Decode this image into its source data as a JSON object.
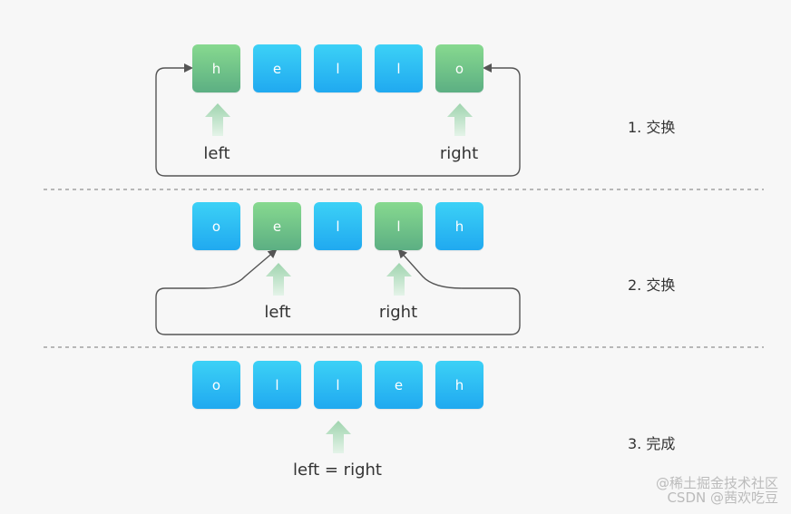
{
  "rows": [
    {
      "letters": [
        "h",
        "e",
        "l",
        "l",
        "o"
      ],
      "highlight": [
        0,
        4
      ],
      "left_label": "left",
      "right_label": "right",
      "step": "1. 交换"
    },
    {
      "letters": [
        "o",
        "e",
        "l",
        "l",
        "h"
      ],
      "highlight": [
        1,
        3
      ],
      "left_label": "left",
      "right_label": "right",
      "step": "2. 交换"
    },
    {
      "letters": [
        "o",
        "l",
        "l",
        "e",
        "h"
      ],
      "highlight": [],
      "pointer_label": "left = right",
      "step": "3. 完成"
    }
  ],
  "colors": {
    "cell_blue": "#29b8f3",
    "cell_green": "#6fbf86",
    "pointer_arrow": "#9fd4ae",
    "connector_line": "#555555",
    "divider": "#777777"
  },
  "watermark": {
    "line1": "@稀土掘金技术社区",
    "line2": "CSDN @茜欢吃豆"
  }
}
